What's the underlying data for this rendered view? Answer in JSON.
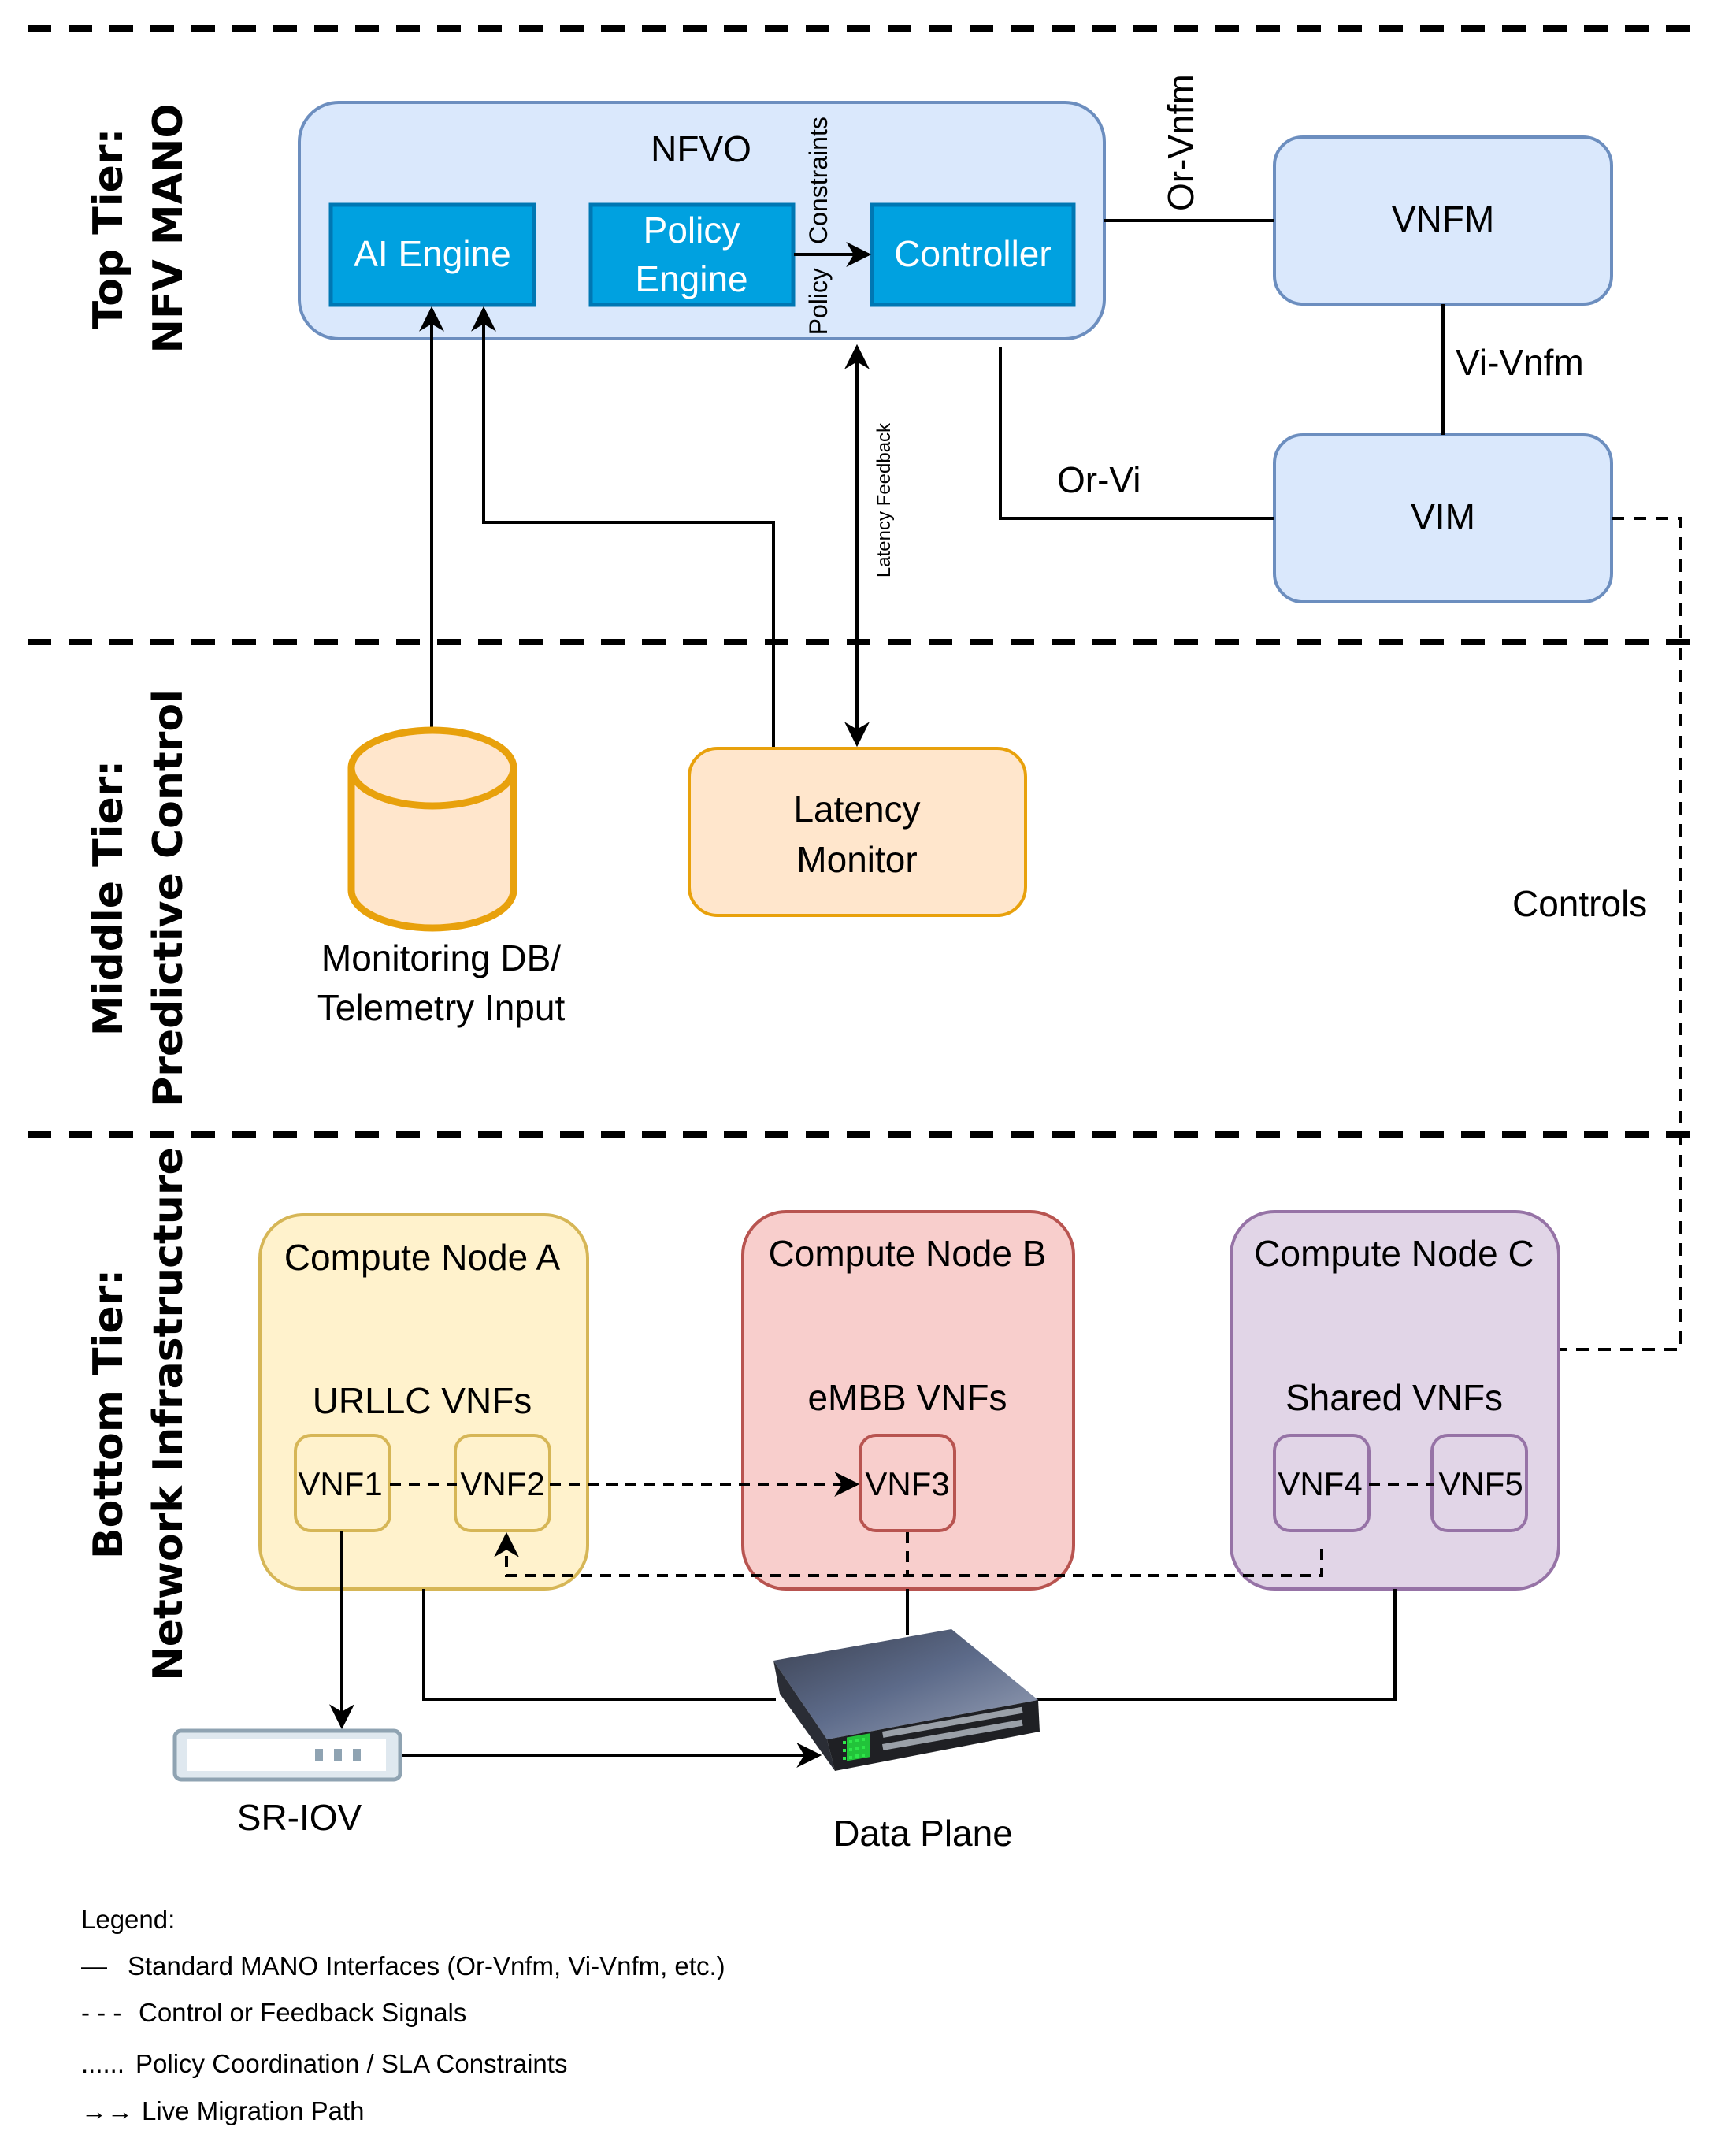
{
  "tiers": [
    {
      "line1": "Top Tier:",
      "line2": "NFV MANO"
    },
    {
      "line1": "Middle Tier:",
      "line2": "Predictive Control"
    },
    {
      "line1": "Bottom Tier:",
      "line2": "Network Infrastructure"
    }
  ],
  "nfvo": {
    "title": "NFVO",
    "ai_engine": "AI Engine",
    "policy_engine_l1": "Policy",
    "policy_engine_l2": "Engine",
    "controller": "Controller",
    "policy_label": "Policy",
    "constraints_label": "Constraints"
  },
  "vnfm": {
    "label": "VNFM"
  },
  "vim": {
    "label": "VIM"
  },
  "interfaces": {
    "or_vnfm": "Or-Vnfm",
    "vi_vnfm": "Vi-Vnfm",
    "or_vi": "Or-Vi",
    "latency_feedback": "Latency Feedback",
    "controls": "Controls"
  },
  "middle": {
    "db_l1": "Monitoring DB/",
    "db_l2": "Telemetry Input",
    "latency_l1": "Latency",
    "latency_l2": "Monitor"
  },
  "nodes": [
    {
      "title": "Compute Node A",
      "group": "URLLC VNFs",
      "vnfs": [
        "VNF1",
        "VNF2"
      ],
      "fill": "#fff2cc",
      "stroke": "#d6b656"
    },
    {
      "title": "Compute Node B",
      "group": "eMBB VNFs",
      "vnfs": [
        "VNF3"
      ],
      "fill": "#f8cecc",
      "stroke": "#b85450"
    },
    {
      "title": "Compute Node C",
      "group": "Shared VNFs",
      "vnfs": [
        "VNF4",
        "VNF5"
      ],
      "fill": "#e1d5e7",
      "stroke": "#9673a6"
    }
  ],
  "infra": {
    "sriov": "SR-IOV",
    "data_plane": "Data Plane"
  },
  "legend": {
    "title": "Legend:",
    "items": [
      {
        "symbol": "—",
        "text": "Standard MANO Interfaces (Or-Vnfm, Vi-Vnfm, etc.)"
      },
      {
        "symbol": "- - -",
        "text": "Control or Feedback Signals"
      },
      {
        "symbol": "......",
        "text": "Policy Coordination / SLA Constraints"
      },
      {
        "symbol": "→→",
        "text": "Live Migration Path"
      }
    ]
  },
  "colors": {
    "mano_fill": "#dae8fc",
    "mano_stroke": "#6c8ebf",
    "engine_fill": "#00a1e0",
    "engine_stroke": "#0077b3",
    "middle_fill": "#ffe6cc",
    "middle_stroke": "#e8a10c"
  }
}
